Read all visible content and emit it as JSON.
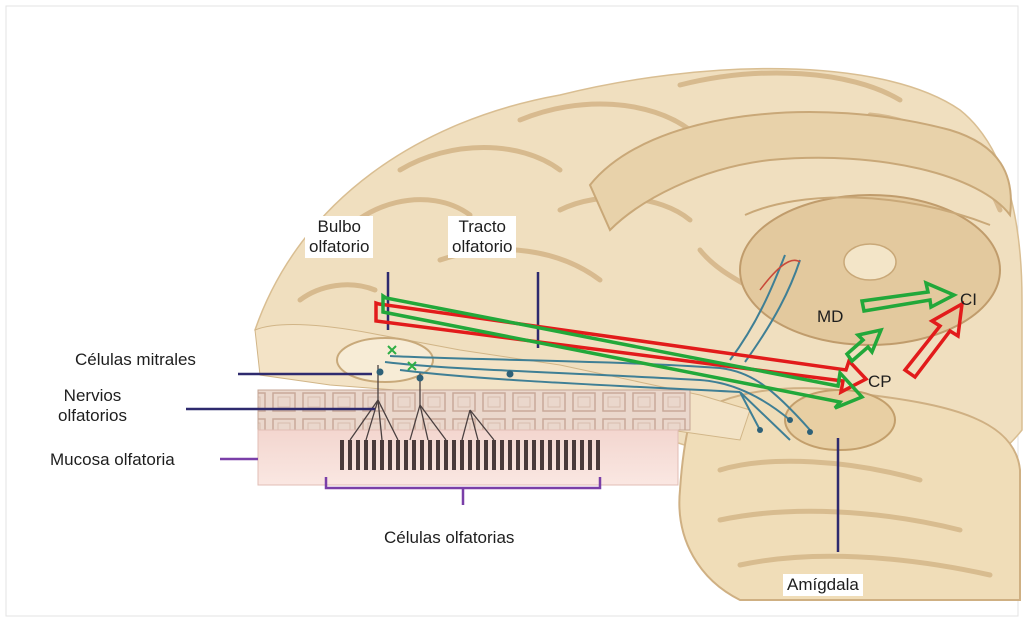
{
  "labels": {
    "bulbo_olfatorio": [
      "Bulbo",
      "olfatorio"
    ],
    "tracto_olfatorio": [
      "Tracto",
      "olfatorio"
    ],
    "celulas_mitrales": "Células mitrales",
    "nervios_olfatorios": [
      "Nervios",
      "olfatorios"
    ],
    "mucosa_olfatoria": "Mucosa olfatoria",
    "celulas_olfatorias": "Células olfatorias",
    "amigdala": "Amígdala",
    "md": "MD",
    "cp": "CP",
    "ci": "CI"
  },
  "colors": {
    "pathway_green": "#22a83a",
    "pathway_red": "#e21b1b",
    "leader_line": "#2e2a6e",
    "mucosa_leader": "#7a3fa8",
    "brain_tissue": "#ecd8b4",
    "brain_shadow": "#c9ab7c",
    "neuron_blue": "#3f7f95"
  }
}
